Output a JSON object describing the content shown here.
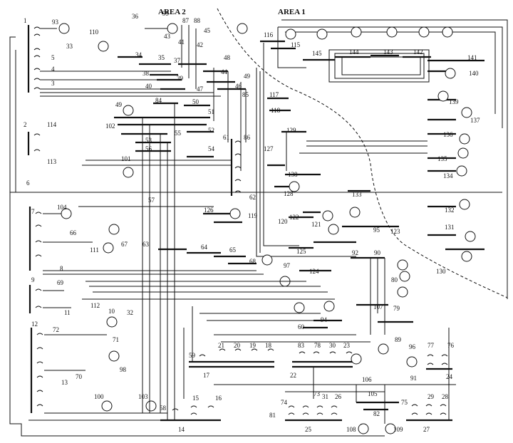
{
  "diagram": {
    "areas": [
      {
        "id": "area2",
        "label": "AREA 2"
      },
      {
        "id": "area1",
        "label": "AREA 1"
      }
    ],
    "buses": [
      {
        "id": "1",
        "label": "1"
      },
      {
        "id": "93",
        "label": "93"
      },
      {
        "id": "110",
        "label": "110"
      },
      {
        "id": "33",
        "label": "33"
      },
      {
        "id": "5",
        "label": "5"
      },
      {
        "id": "4",
        "label": "4"
      },
      {
        "id": "3",
        "label": "3"
      },
      {
        "id": "34",
        "label": "34"
      },
      {
        "id": "36",
        "label": "36"
      },
      {
        "id": "99",
        "label": "99"
      },
      {
        "id": "43",
        "label": "43"
      },
      {
        "id": "87",
        "label": "87"
      },
      {
        "id": "88",
        "label": "88"
      },
      {
        "id": "45",
        "label": "45"
      },
      {
        "id": "41",
        "label": "41"
      },
      {
        "id": "42",
        "label": "42"
      },
      {
        "id": "35",
        "label": "35"
      },
      {
        "id": "37",
        "label": "37"
      },
      {
        "id": "38",
        "label": "38"
      },
      {
        "id": "39",
        "label": "39"
      },
      {
        "id": "40",
        "label": "40"
      },
      {
        "id": "48",
        "label": "48"
      },
      {
        "id": "44",
        "label": "44"
      },
      {
        "id": "49a",
        "label": "49"
      },
      {
        "id": "47",
        "label": "47"
      },
      {
        "id": "46",
        "label": "46"
      },
      {
        "id": "85",
        "label": "85"
      },
      {
        "id": "49",
        "label": "49"
      },
      {
        "id": "84",
        "label": "84"
      },
      {
        "id": "50",
        "label": "50"
      },
      {
        "id": "51",
        "label": "51"
      },
      {
        "id": "102",
        "label": "102"
      },
      {
        "id": "55",
        "label": "55"
      },
      {
        "id": "52",
        "label": "52"
      },
      {
        "id": "53",
        "label": "53"
      },
      {
        "id": "56",
        "label": "56"
      },
      {
        "id": "54",
        "label": "54"
      },
      {
        "id": "2",
        "label": "2"
      },
      {
        "id": "114",
        "label": "114"
      },
      {
        "id": "113",
        "label": "113"
      },
      {
        "id": "101",
        "label": "101"
      },
      {
        "id": "61",
        "label": "61"
      },
      {
        "id": "86",
        "label": "86"
      },
      {
        "id": "62",
        "label": "62"
      },
      {
        "id": "57",
        "label": "57"
      },
      {
        "id": "6",
        "label": "6"
      },
      {
        "id": "7",
        "label": "7"
      },
      {
        "id": "104",
        "label": "104"
      },
      {
        "id": "66",
        "label": "66"
      },
      {
        "id": "111",
        "label": "111"
      },
      {
        "id": "67",
        "label": "67"
      },
      {
        "id": "63",
        "label": "63"
      },
      {
        "id": "64",
        "label": "64"
      },
      {
        "id": "65",
        "label": "65"
      },
      {
        "id": "8",
        "label": "8"
      },
      {
        "id": "9",
        "label": "9"
      },
      {
        "id": "69",
        "label": "69"
      },
      {
        "id": "11",
        "label": "11"
      },
      {
        "id": "112",
        "label": "112"
      },
      {
        "id": "10",
        "label": "10"
      },
      {
        "id": "32",
        "label": "32"
      },
      {
        "id": "12",
        "label": "12"
      },
      {
        "id": "72",
        "label": "72"
      },
      {
        "id": "71",
        "label": "71"
      },
      {
        "id": "13",
        "label": "13"
      },
      {
        "id": "70",
        "label": "70"
      },
      {
        "id": "98",
        "label": "98"
      },
      {
        "id": "100",
        "label": "100"
      },
      {
        "id": "103",
        "label": "103"
      },
      {
        "id": "58",
        "label": "58"
      },
      {
        "id": "15",
        "label": "15"
      },
      {
        "id": "16",
        "label": "16"
      },
      {
        "id": "14",
        "label": "14"
      },
      {
        "id": "59",
        "label": "59"
      },
      {
        "id": "21",
        "label": "21"
      },
      {
        "id": "20",
        "label": "20"
      },
      {
        "id": "19",
        "label": "19"
      },
      {
        "id": "18",
        "label": "18"
      },
      {
        "id": "17",
        "label": "17"
      },
      {
        "id": "126",
        "label": "126"
      },
      {
        "id": "119",
        "label": "119"
      },
      {
        "id": "68",
        "label": "68"
      },
      {
        "id": "97",
        "label": "97"
      },
      {
        "id": "116",
        "label": "116"
      },
      {
        "id": "115",
        "label": "115"
      },
      {
        "id": "145",
        "label": "145"
      },
      {
        "id": "144",
        "label": "144"
      },
      {
        "id": "143",
        "label": "143"
      },
      {
        "id": "142",
        "label": "142"
      },
      {
        "id": "141",
        "label": "141"
      },
      {
        "id": "140",
        "label": "140"
      },
      {
        "id": "139",
        "label": "139"
      },
      {
        "id": "137",
        "label": "137"
      },
      {
        "id": "117",
        "label": "117"
      },
      {
        "id": "118",
        "label": "118"
      },
      {
        "id": "129",
        "label": "129"
      },
      {
        "id": "136",
        "label": "136"
      },
      {
        "id": "135",
        "label": "135"
      },
      {
        "id": "134",
        "label": "134"
      },
      {
        "id": "127",
        "label": "127"
      },
      {
        "id": "138",
        "label": "138"
      },
      {
        "id": "128",
        "label": "128"
      },
      {
        "id": "133",
        "label": "133"
      },
      {
        "id": "132",
        "label": "132"
      },
      {
        "id": "122",
        "label": "122"
      },
      {
        "id": "120",
        "label": "120"
      },
      {
        "id": "121",
        "label": "121"
      },
      {
        "id": "95",
        "label": "95"
      },
      {
        "id": "123",
        "label": "123"
      },
      {
        "id": "131",
        "label": "131"
      },
      {
        "id": "125",
        "label": "125"
      },
      {
        "id": "92",
        "label": "92"
      },
      {
        "id": "90",
        "label": "90"
      },
      {
        "id": "130",
        "label": "130"
      },
      {
        "id": "124",
        "label": "124"
      },
      {
        "id": "80",
        "label": "80"
      },
      {
        "id": "107",
        "label": "107"
      },
      {
        "id": "79",
        "label": "79"
      },
      {
        "id": "94",
        "label": "94"
      },
      {
        "id": "60",
        "label": "60"
      },
      {
        "id": "89",
        "label": "89"
      },
      {
        "id": "83",
        "label": "83"
      },
      {
        "id": "78",
        "label": "78"
      },
      {
        "id": "30",
        "label": "30"
      },
      {
        "id": "23",
        "label": "23"
      },
      {
        "id": "96",
        "label": "96"
      },
      {
        "id": "77",
        "label": "77"
      },
      {
        "id": "76",
        "label": "76"
      },
      {
        "id": "106",
        "label": "106"
      },
      {
        "id": "91",
        "label": "91"
      },
      {
        "id": "24",
        "label": "24"
      },
      {
        "id": "22",
        "label": "22"
      },
      {
        "id": "73",
        "label": "73"
      },
      {
        "id": "31",
        "label": "31"
      },
      {
        "id": "26",
        "label": "26"
      },
      {
        "id": "105",
        "label": "105"
      },
      {
        "id": "74",
        "label": "74"
      },
      {
        "id": "81",
        "label": "81"
      },
      {
        "id": "25",
        "label": "25"
      },
      {
        "id": "75",
        "label": "75"
      },
      {
        "id": "29",
        "label": "29"
      },
      {
        "id": "28",
        "label": "28"
      },
      {
        "id": "82",
        "label": "82"
      },
      {
        "id": "27",
        "label": "27"
      },
      {
        "id": "108",
        "label": "108"
      },
      {
        "id": "109",
        "label": "109"
      }
    ]
  }
}
